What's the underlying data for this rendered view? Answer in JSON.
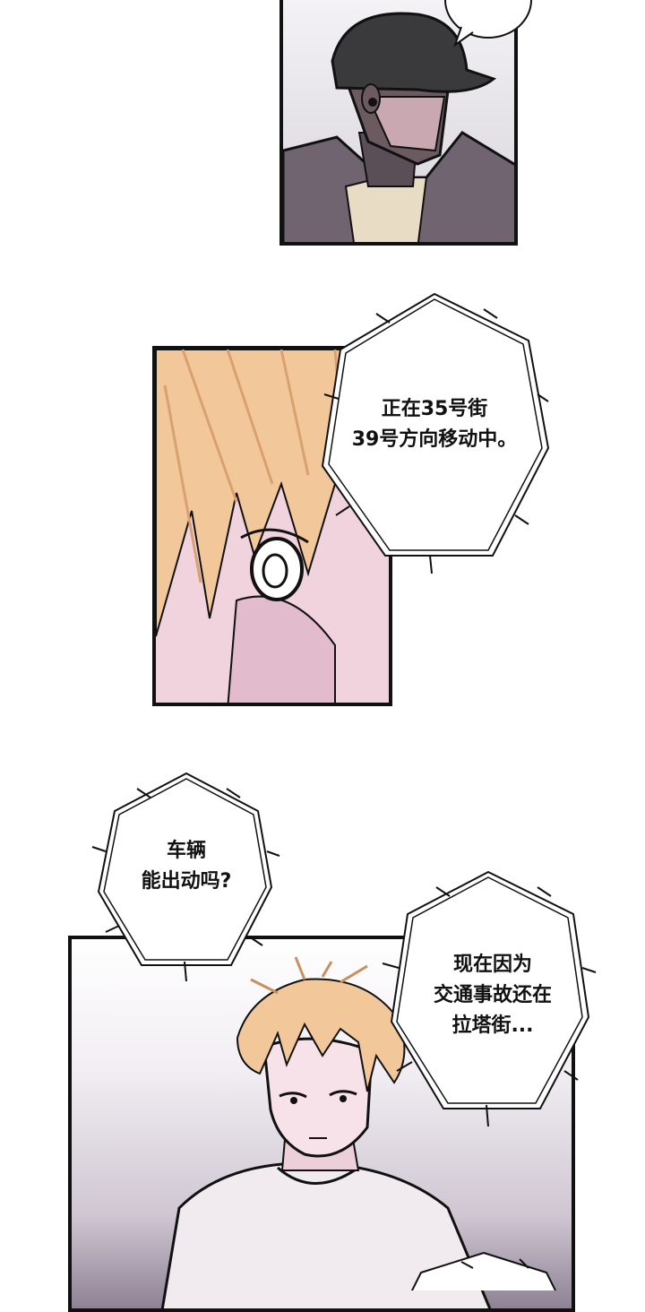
{
  "speech": {
    "bubble1": {
      "lines": [
        "正在35号街",
        "39号方向移动中。"
      ]
    },
    "bubble2": {
      "lines": [
        "车辆",
        "能出动吗?"
      ]
    },
    "bubble3": {
      "lines": [
        "现在因为",
        "交通事故还在",
        "拉塔街..."
      ]
    }
  },
  "colors": {
    "ink": "#111111",
    "hair_blond": "#f2c89a",
    "skin_pink": "#f4dbe2",
    "cap": "#3a3a3c"
  }
}
